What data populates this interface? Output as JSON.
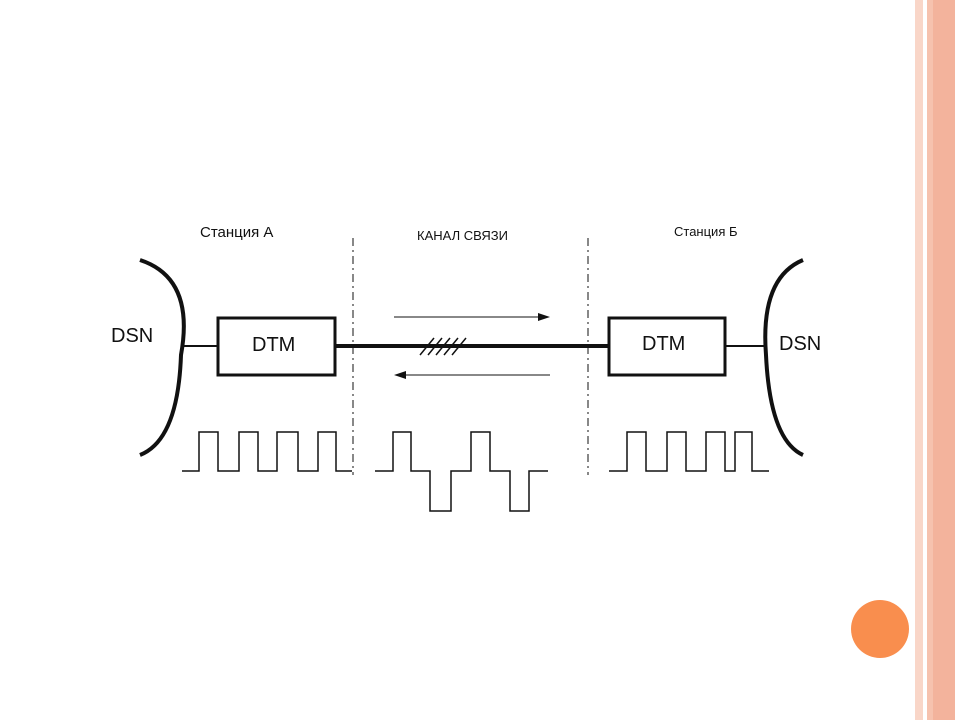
{
  "theme": {
    "stripe_light": "#f9d6c8",
    "stripe_mid": "#f3b39c",
    "orb": "#f98e4e",
    "line": "#111111"
  },
  "diagram": {
    "station_a": "Станция А",
    "channel": "КАНАЛ СВЯЗИ",
    "station_b": "Станция Б",
    "dsn_left": "DSN",
    "dsn_right": "DSN",
    "dtm_left": "DTM",
    "dtm_right": "DTM"
  }
}
